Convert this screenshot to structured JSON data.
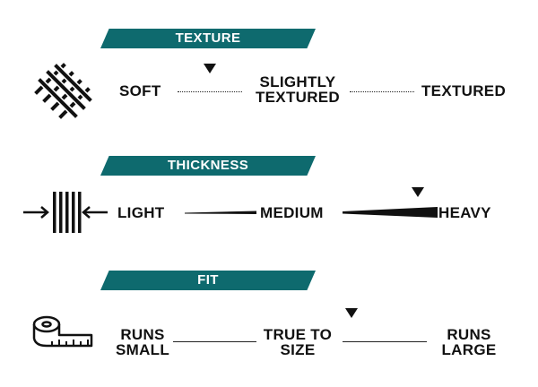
{
  "texture": {
    "title": "TEXTURE",
    "labels": {
      "left": "SOFT",
      "middle_line1": "SLIGHTLY",
      "middle_line2": "TEXTURED",
      "right": "TEXTURED"
    },
    "icon": "woven-fabric-icon"
  },
  "thickness": {
    "title": "THICKNESS",
    "labels": {
      "left": "LIGHT",
      "middle": "MEDIUM",
      "right": "HEAVY"
    },
    "icon": "thickness-compress-icon"
  },
  "fit": {
    "title": "FIT",
    "labels": {
      "left_line1": "RUNS",
      "left_line2": "SMALL",
      "middle_line1": "TRUE TO",
      "middle_line2": "SIZE",
      "right_line1": "RUNS",
      "right_line2": "LARGE"
    },
    "icon": "measuring-tape-icon"
  },
  "colors": {
    "banner": "#0e6a6e",
    "text": "#111111"
  }
}
